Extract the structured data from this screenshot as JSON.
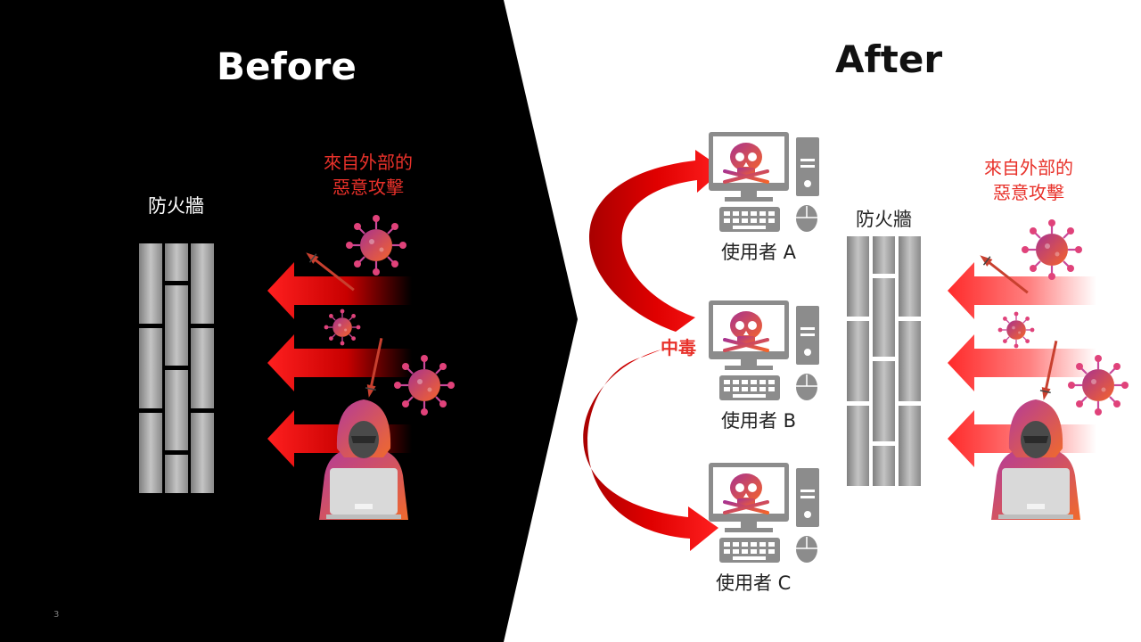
{
  "slide": {
    "number": "3"
  },
  "before": {
    "title": "Before",
    "firewall_label": "防火牆",
    "attack_label_line1": "來自外部的",
    "attack_label_line2": "惡意攻擊"
  },
  "after": {
    "title": "After",
    "firewall_label": "防火牆",
    "attack_label_line1": "來自外部的",
    "attack_label_line2": "惡意攻擊",
    "infected_label": "中毒",
    "users": [
      {
        "label": "使用者 A"
      },
      {
        "label": "使用者 B"
      },
      {
        "label": "使用者 C"
      }
    ]
  },
  "colors": {
    "accent_red": "#e8312a",
    "before_bg": "#000000",
    "after_bg": "#ffffff",
    "brick_gray": "#9a9a9a"
  },
  "icons": [
    "virus-icon",
    "spear-icon",
    "hacker-icon",
    "computer-icon",
    "skull-icon",
    "firewall-icon",
    "arrow-icon"
  ]
}
